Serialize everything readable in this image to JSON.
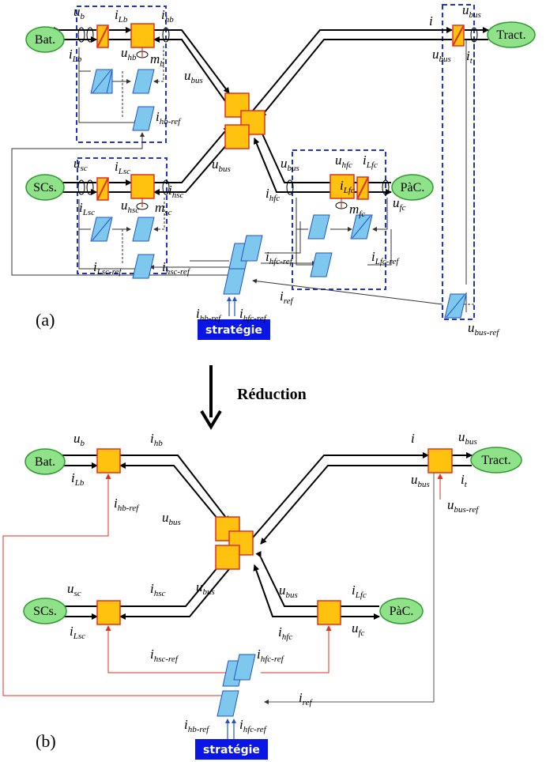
{
  "panel_a_label": "(a)",
  "panel_b_label": "(b)",
  "reduction_label": "Réduction",
  "sources": {
    "bat": "Bat.",
    "scs": "SCs.",
    "pac": "PàC.",
    "tract": "Tract."
  },
  "strategy": "stratégie",
  "colors": {
    "source_fill": "#90e28a",
    "source_stroke": "#2f9a2f",
    "conv_fill": "#ffc20e",
    "conv_stroke": "#e0301e",
    "ctrl_fill": "#7ec8ee",
    "ctrl_stroke": "#1f55c6",
    "dash_box": "#1f34d8",
    "strategy_bg": "#0a16e6",
    "ref_line": "#e0301e"
  },
  "labels_a": {
    "u_b": [
      "u",
      "b"
    ],
    "i_Lb_top": [
      "i",
      "Lb"
    ],
    "i_hb": [
      "i",
      "hb"
    ],
    "i_Lb_bot": [
      "i",
      "Lb"
    ],
    "u_hb": [
      "u",
      "hb"
    ],
    "m_b": [
      "m",
      "b"
    ],
    "u_bus_1": [
      "u",
      "bus"
    ],
    "i_hb_ref": [
      "i",
      "hb-ref"
    ],
    "u_sc": [
      "u",
      "sc"
    ],
    "i_Lsc_top": [
      "i",
      "Lsc"
    ],
    "i_hsc": [
      "i",
      "hsc"
    ],
    "i_Lsc_bot": [
      "i",
      "Lsc"
    ],
    "u_hsc": [
      "u",
      "hsc"
    ],
    "m_sc": [
      "m",
      "sc"
    ],
    "u_bus_2": [
      "u",
      "bus"
    ],
    "i_Lsc_ref": [
      "i",
      "Lsc-ref"
    ],
    "i_hsc_ref": [
      "i",
      "hsc-ref"
    ],
    "u_bus_3": [
      "u",
      "bus"
    ],
    "u_hfc": [
      "u",
      "hfc"
    ],
    "i_Lfc": [
      "i",
      "Lfc"
    ],
    "i_hfc": [
      "i",
      "hfc"
    ],
    "i_Lfc_2": [
      "i",
      "Lfc"
    ],
    "m_fc": [
      "m",
      "fc"
    ],
    "u_fc": [
      "u",
      "fc"
    ],
    "i_hfc_ref": [
      "i",
      "hfc-ref"
    ],
    "i_Lfc_ref": [
      "i",
      "Lfc-ref"
    ],
    "i_ref": [
      "i",
      "ref"
    ],
    "i_hb_ref_s": [
      "i",
      "hb-ref"
    ],
    "i_hfc_ref_s": [
      "i",
      "hfc-ref"
    ],
    "i_trac": [
      "i",
      ""
    ],
    "u_bus_t1": [
      "u",
      "bus"
    ],
    "u_bus_t2": [
      "u",
      "bus"
    ],
    "i_t": [
      "i",
      "t"
    ],
    "u_bus_ref": [
      "u",
      "bus-ref"
    ]
  },
  "labels_b": {
    "u_b": [
      "u",
      "b"
    ],
    "i_hb": [
      "i",
      "hb"
    ],
    "i_Lb": [
      "i",
      "Lb"
    ],
    "i_hb_ref": [
      "i",
      "hb-ref"
    ],
    "u_bus_1": [
      "u",
      "bus"
    ],
    "i": [
      "i",
      ""
    ],
    "u_bus_t1": [
      "u",
      "bus"
    ],
    "u_bus_t2": [
      "u",
      "bus"
    ],
    "i_t": [
      "i",
      "t"
    ],
    "u_bus_ref": [
      "u",
      "bus-ref"
    ],
    "u_sc": [
      "u",
      "sc"
    ],
    "i_hsc": [
      "i",
      "hsc"
    ],
    "u_bus_2": [
      "u",
      "bus"
    ],
    "i_Lsc": [
      "i",
      "Lsc"
    ],
    "u_bus_3": [
      "u",
      "bus"
    ],
    "i_Lfc": [
      "i",
      "Lfc"
    ],
    "i_hfc": [
      "i",
      "hfc"
    ],
    "u_fc": [
      "u",
      "fc"
    ],
    "i_hsc_ref": [
      "i",
      "hsc-ref"
    ],
    "i_hfc_ref": [
      "i",
      "hfc-ref"
    ],
    "i_ref": [
      "i",
      "ref"
    ],
    "i_hb_ref_s": [
      "i",
      "hb-ref"
    ],
    "i_hfc_ref_s": [
      "i",
      "hfc-ref"
    ]
  }
}
